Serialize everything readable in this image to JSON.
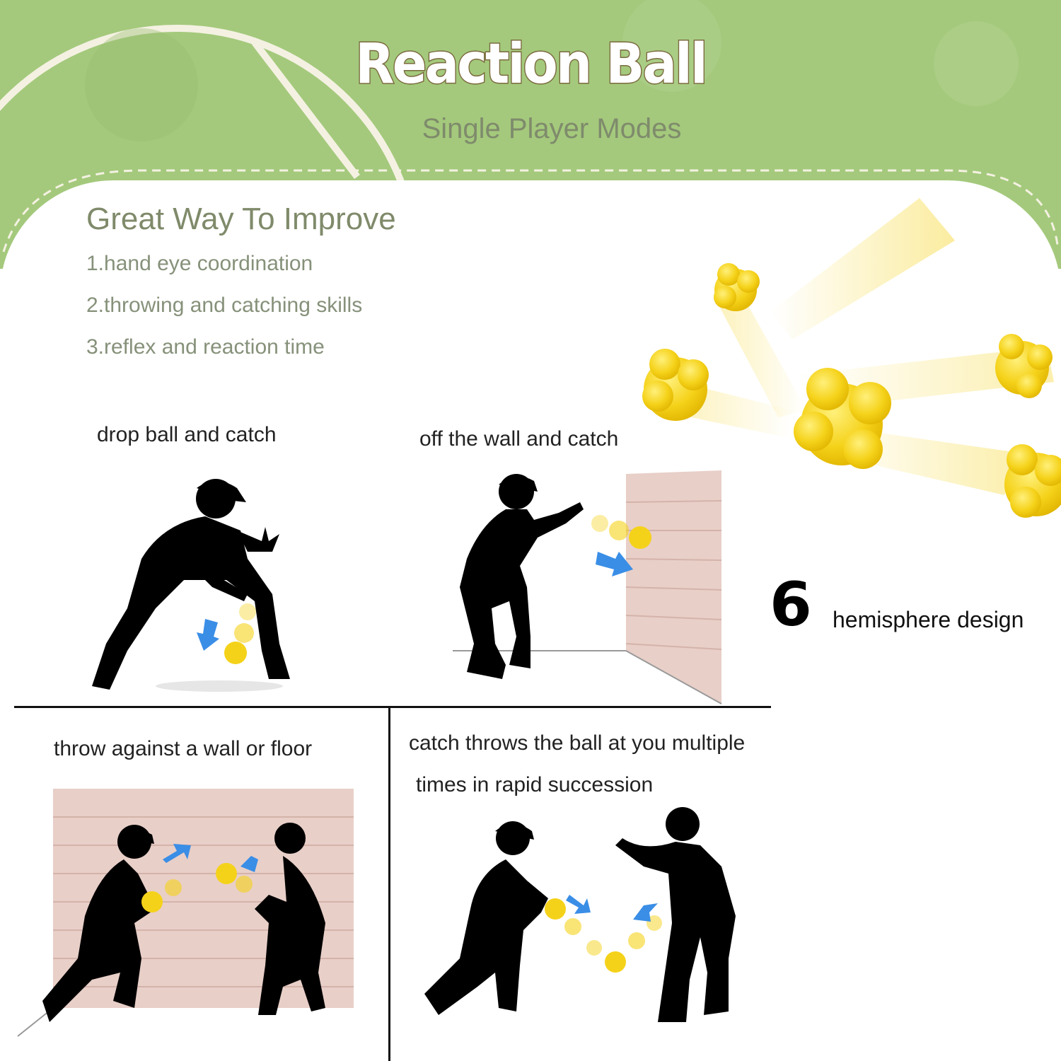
{
  "header": {
    "title": "Reaction Ball",
    "subtitle": "Single Player Modes"
  },
  "improve": {
    "heading": "Great Way To Improve",
    "items": [
      "1.hand eye coordination",
      "2.throwing and catching skills",
      "3.reflex and reaction time"
    ]
  },
  "modes": [
    {
      "label": "drop ball and catch"
    },
    {
      "label": "off the wall and catch"
    },
    {
      "label": "throw against a wall or floor"
    },
    {
      "label_lines": [
        "catch throws the ball at you multiple",
        "times in rapid succession"
      ]
    }
  ],
  "feature": {
    "number": "6",
    "text": "hemisphere design"
  },
  "colors": {
    "banner_green": "#a4c97c",
    "ball_yellow": "#f5d21a",
    "arrow_blue": "#3a8ee6",
    "silhouette": "#000000",
    "brick": "#e8cfc8"
  }
}
